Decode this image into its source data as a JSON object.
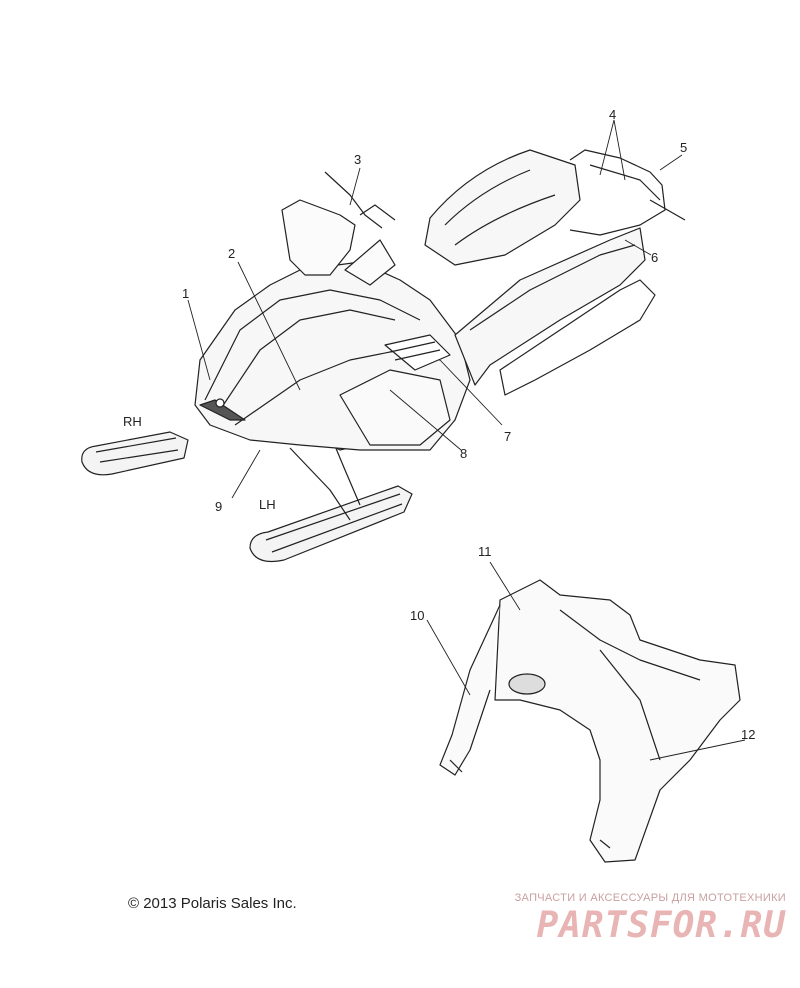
{
  "callouts": [
    "1",
    "2",
    "3",
    "4",
    "5",
    "6",
    "7",
    "8",
    "9",
    "10",
    "11",
    "12"
  ],
  "side_labels": {
    "rh": "RH",
    "lh": "LH"
  },
  "copyright": "© 2013 Polaris Sales Inc.",
  "watermark": {
    "tagline": "ЗАПЧАСТИ И АКСЕССУАРЫ ДЛЯ МОТОТЕХНИКИ",
    "logo": "PARTSFOR.RU"
  },
  "colors": {
    "line": "#222222",
    "fill": "#f4f4f4",
    "watermark": "#e8b4b4"
  }
}
